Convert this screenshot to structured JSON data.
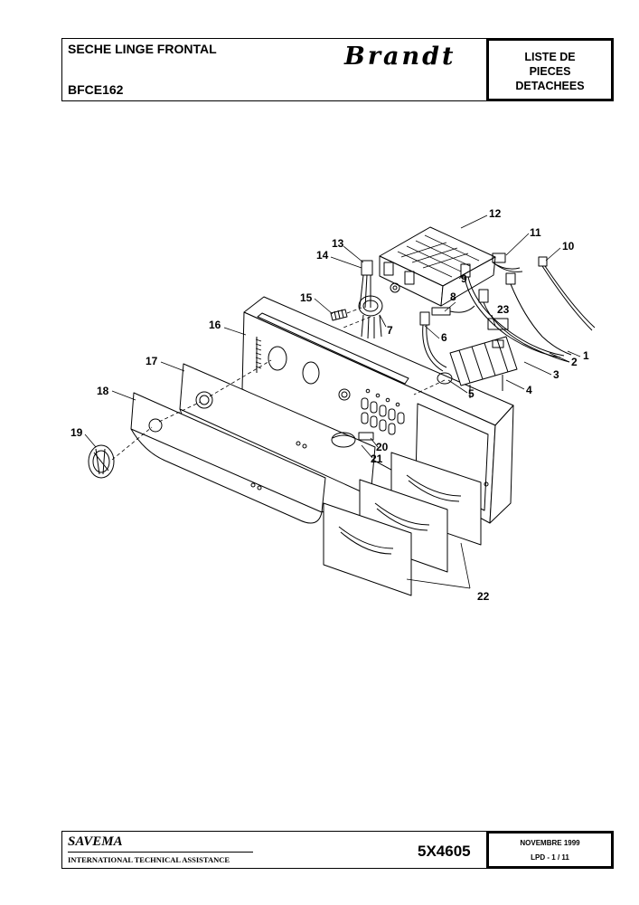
{
  "header": {
    "title": "SECHE LINGE FRONTAL",
    "model": "BFCE162",
    "brand": "Brandt",
    "doc_type_lines": [
      "LISTE DE",
      "PIECES",
      "DETACHEES"
    ]
  },
  "diagram": {
    "callouts": [
      "1",
      "2",
      "3",
      "4",
      "5",
      "6",
      "7",
      "8",
      "9",
      "10",
      "11",
      "12",
      "13",
      "14",
      "15",
      "16",
      "17",
      "18",
      "19",
      "20",
      "21",
      "22",
      "23"
    ]
  },
  "footer": {
    "company": "SAVEMA",
    "subtitle": "INTERNATIONAL TECHNICAL ASSISTANCE",
    "reference": "5X4605",
    "date": "NOVEMBRE 1999",
    "page": "LPD -    1 / 11"
  }
}
